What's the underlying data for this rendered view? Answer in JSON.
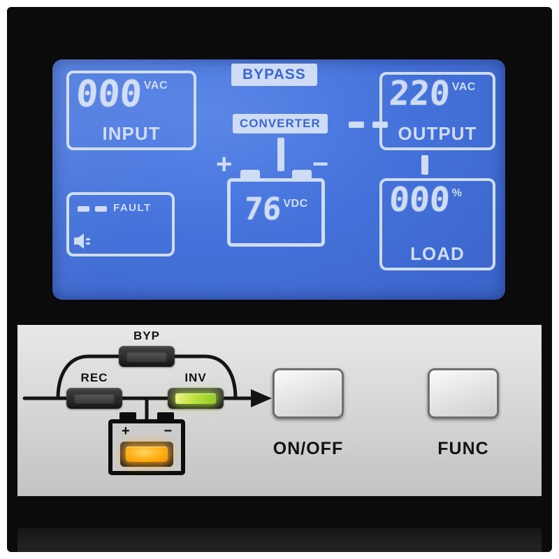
{
  "lcd": {
    "input": {
      "value": "000",
      "unit": "VAC",
      "label": "INPUT"
    },
    "bypass": "BYPASS",
    "converter": "CONVERTER",
    "output": {
      "value": "220",
      "unit": "VAC",
      "label": "OUTPUT"
    },
    "battery": {
      "value": "76",
      "unit": "VDC",
      "plus": "+",
      "minus": "−"
    },
    "load": {
      "value": "000",
      "unit": "%",
      "label": "LOAD"
    },
    "fault": {
      "label": "FAULT",
      "state": "off"
    }
  },
  "panel": {
    "byp": {
      "label": "BYP",
      "state": "off"
    },
    "rec": {
      "label": "REC",
      "state": "off"
    },
    "inv": {
      "label": "INV",
      "state": "on"
    },
    "battery": {
      "plus": "+",
      "minus": "−",
      "state": "on"
    },
    "onoff_button": {
      "label": "ON/OFF"
    },
    "func_button": {
      "label": "FUNC"
    }
  },
  "colors": {
    "lcd_background": "#4472da",
    "lcd_segment": "#cfdcf6",
    "led_green": "#b8e23e",
    "led_orange": "#ffa81e",
    "panel_gray": "#d6d6d6",
    "bezel_black": "#0b0b0b"
  }
}
